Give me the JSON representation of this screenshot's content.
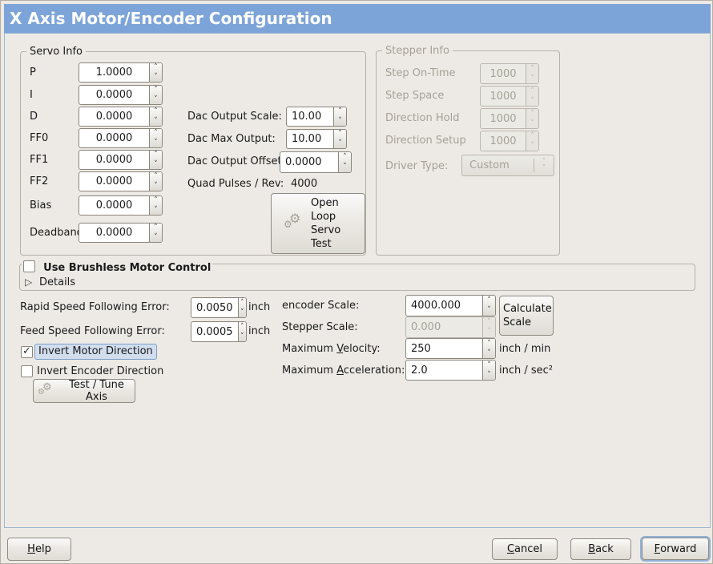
{
  "window": {
    "title": "X Axis Motor/Encoder Configuration"
  },
  "servo_info": {
    "title": "Servo Info",
    "params": [
      {
        "label": "P",
        "value": "1.0000"
      },
      {
        "label": "I",
        "value": "0.0000"
      },
      {
        "label": "D",
        "value": "0.0000"
      },
      {
        "label": "FF0",
        "value": "0.0000"
      },
      {
        "label": "FF1",
        "value": "0.0000"
      },
      {
        "label": "FF2",
        "value": "0.0000"
      },
      {
        "label": "Bias",
        "value": "0.0000"
      },
      {
        "label": "Deadband",
        "value": "0.0000"
      }
    ],
    "dac_output_scale": {
      "label": "Dac Output Scale:",
      "value": "10.00"
    },
    "dac_max_output": {
      "label": "Dac Max Output:",
      "value": "10.00"
    },
    "dac_output_offset": {
      "label": "Dac Output Offset:",
      "value": "0.0000"
    },
    "quad_pulses": {
      "label": "Quad Pulses / Rev:",
      "value": "4000"
    },
    "open_loop_button": "Open Loop Servo Test"
  },
  "stepper_info": {
    "title": "Stepper Info",
    "params": [
      {
        "label": "Step On-Time",
        "value": "1000"
      },
      {
        "label": "Step Space",
        "value": "1000"
      },
      {
        "label": "Direction Hold",
        "value": "1000"
      },
      {
        "label": "Direction Setup",
        "value": "1000"
      }
    ],
    "driver_type": {
      "label": "Driver Type:",
      "value": "Custom"
    }
  },
  "brushless": {
    "checkbox_label": "Use Brushless Motor Control",
    "details_label": "Details"
  },
  "following_error": {
    "rapid": {
      "label": "Rapid Speed Following Error:",
      "value": "0.0050",
      "unit": "inch"
    },
    "feed": {
      "label": "Feed Speed Following Error:",
      "value": "0.0005",
      "unit": "inch"
    }
  },
  "scaling": {
    "encoder_scale": {
      "label": "encoder Scale:",
      "value": "4000.000"
    },
    "calculate_button": "Calculate Scale",
    "stepper_scale": {
      "label": "Stepper Scale:",
      "value": "0.000"
    },
    "max_velocity": {
      "label": "Maximum Velocity:",
      "value": "250",
      "unit": "inch / min"
    },
    "max_accel": {
      "label": "Maximum Acceleration:",
      "value": "2.0",
      "unit": "inch / sec²"
    }
  },
  "direction": {
    "invert_motor_label": "Invert Motor Direction",
    "invert_motor_checked": true,
    "invert_encoder_label": "Invert Encoder Direction",
    "invert_encoder_checked": false,
    "test_tune_button": "Test / Tune Axis"
  },
  "actions": {
    "help": "Help",
    "cancel": "Cancel",
    "back": "Back",
    "forward": "Forward"
  },
  "icons": {
    "gear_glyph": "⚙",
    "expander_glyph": "▷",
    "check_glyph": "✓",
    "spin_up_glyph": "˄",
    "spin_down_glyph": "˅"
  },
  "colors": {
    "titlebar_bg": "#7ca4d8",
    "titlebar_text": "#ffffff",
    "window_bg": "#edeae6",
    "panel_border": "#9eb7d0",
    "focus_label_bg": "#d2deee",
    "focus_label_border": "#7e9dc4",
    "disabled_text": "#a5a197"
  }
}
